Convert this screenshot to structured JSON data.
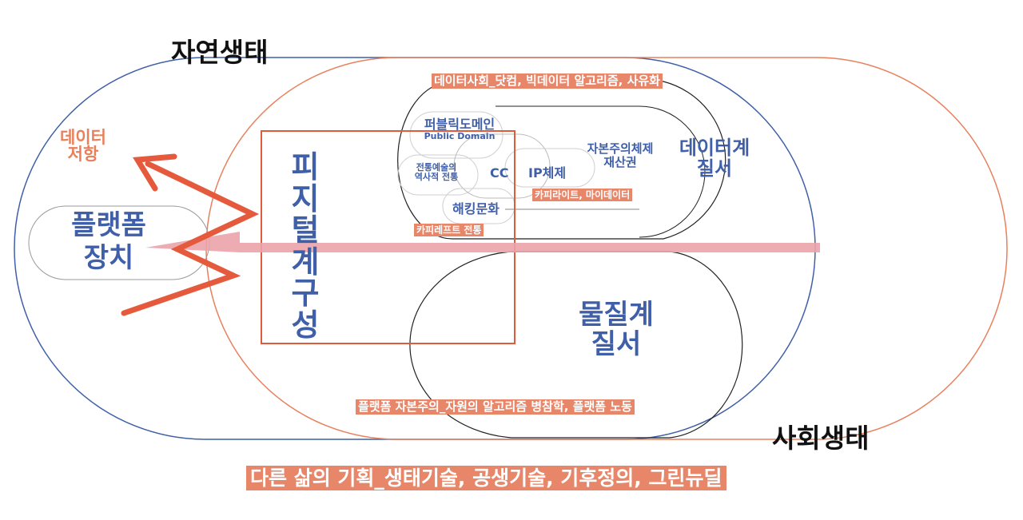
{
  "labels": {
    "natural_ecology": "자연생태",
    "social_ecology": "사회생태",
    "data_resistance": [
      "데이터",
      "저항"
    ],
    "platform_device": [
      "플랫폼",
      "장치"
    ],
    "phygital": "피지털계구성",
    "data_order": [
      "데이터계",
      "질서"
    ],
    "material_order": [
      "물질계",
      "질서"
    ],
    "public_domain_ko": "퍼블릭도메인",
    "public_domain_en": "Public Domain",
    "tradition": [
      "전통예술의",
      "역사적 전통"
    ],
    "cc": "CC",
    "ip": "IP체제",
    "capitalism_property": [
      "자본주의체제",
      "재산권"
    ],
    "hacking": "해킹문화",
    "copyright_data": "카피라이트, 마이데이터",
    "copyleft": "카피레프트 전통",
    "data_society": "데이터사회_닷컴, 빅데이터 알고리즘, 사유화",
    "platform_capitalism": "플랫폼 자본주의_자원의 알고리즘 병참학, 플랫폼 노동",
    "other_life": "다른 삶의 기획_생태기술, 공생기술, 기후정의, 그린뉴딜"
  },
  "colors": {
    "blue": "#3f5fa8",
    "orange": "#e8805c",
    "red_arrow": "#e55a3c",
    "pink_band": "#eaa3a8",
    "tag_bg": "#e8866a"
  }
}
